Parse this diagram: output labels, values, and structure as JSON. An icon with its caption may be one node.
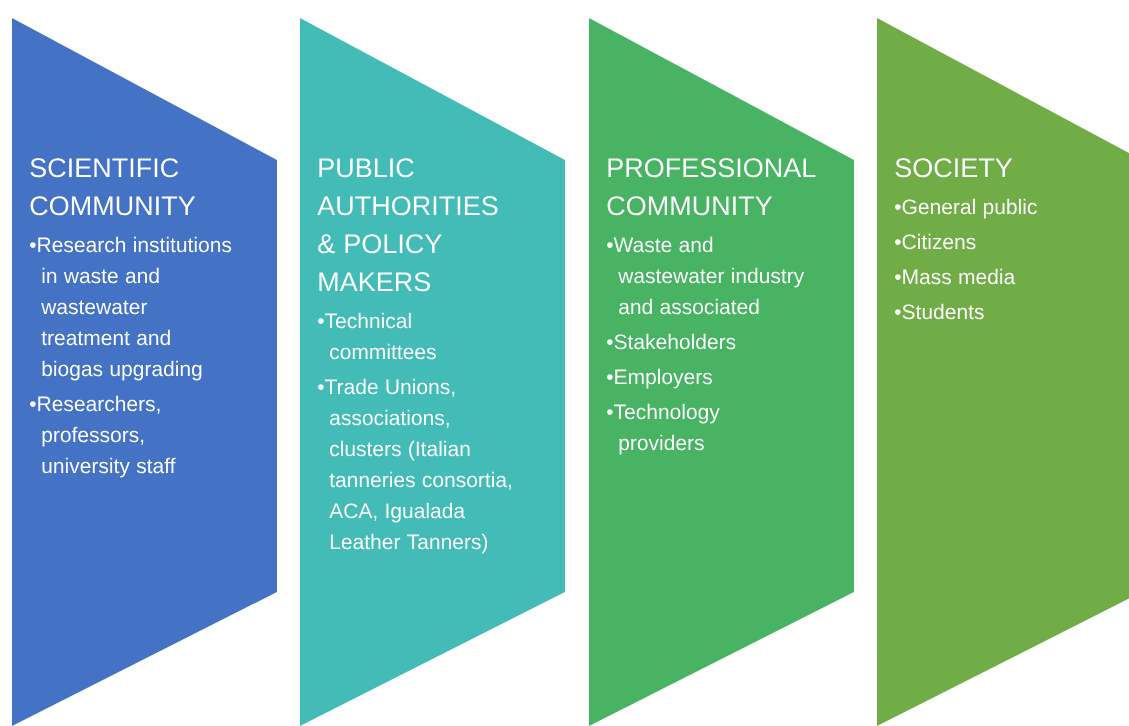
{
  "diagram": {
    "nodes": [
      {
        "text": [
          "SCIENTIFIC COMMUNITY",
          "•Research institutions in waste and wastewater treatment and biogas upgrading",
          "•Researchers, professors, university staff"
        ]
      },
      {
        "text": [
          "PUBLIC AUTHORITIES & POLICY MAKERS",
          "•Technical committees",
          "•Trade Unions, associations, clusters (Italian tanneries consortia, ACA, Igualada Leather Tanners)"
        ]
      },
      {
        "text": [
          "PROFESSIONAL COMMUNITY",
          "•Waste and wastewater industry and associated",
          "•Stakeholders",
          "•Employers",
          "•Technology providers"
        ]
      },
      {
        "text": [
          "SOCIETY",
          "•General public",
          "•Citizens",
          "•Mass media",
          "•Students"
        ]
      }
    ]
  }
}
